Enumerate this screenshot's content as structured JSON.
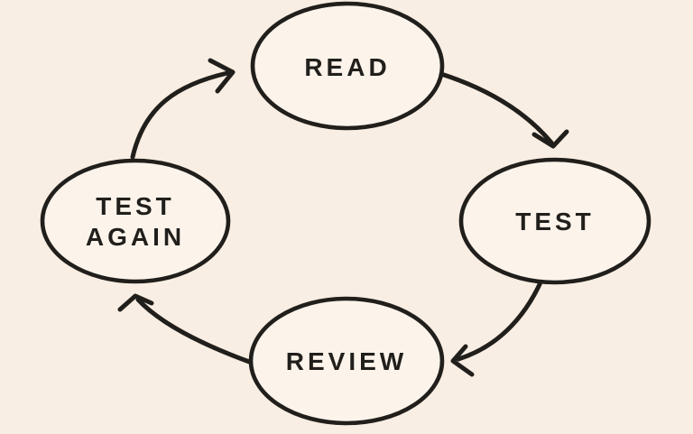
{
  "diagram": {
    "type": "cycle",
    "nodes": [
      {
        "id": "read",
        "label": "READ",
        "lines": [
          "READ"
        ],
        "position": "top"
      },
      {
        "id": "test",
        "label": "TEST",
        "lines": [
          "TEST"
        ],
        "position": "right"
      },
      {
        "id": "review",
        "label": "REVIEW",
        "lines": [
          "REVIEW"
        ],
        "position": "bottom"
      },
      {
        "id": "test-again",
        "label": "TEST AGAIN",
        "lines": [
          "TEST",
          "AGAIN"
        ],
        "position": "left"
      }
    ],
    "edges": [
      {
        "from": "READ",
        "to": "TEST",
        "direction": "clockwise"
      },
      {
        "from": "TEST",
        "to": "REVIEW",
        "direction": "clockwise"
      },
      {
        "from": "REVIEW",
        "to": "TEST AGAIN",
        "direction": "clockwise"
      },
      {
        "from": "TEST AGAIN",
        "to": "READ",
        "direction": "clockwise"
      }
    ]
  },
  "colors": {
    "background": "#f9eee3",
    "node_fill": "#fcf4eb",
    "ink": "#211f1c"
  }
}
